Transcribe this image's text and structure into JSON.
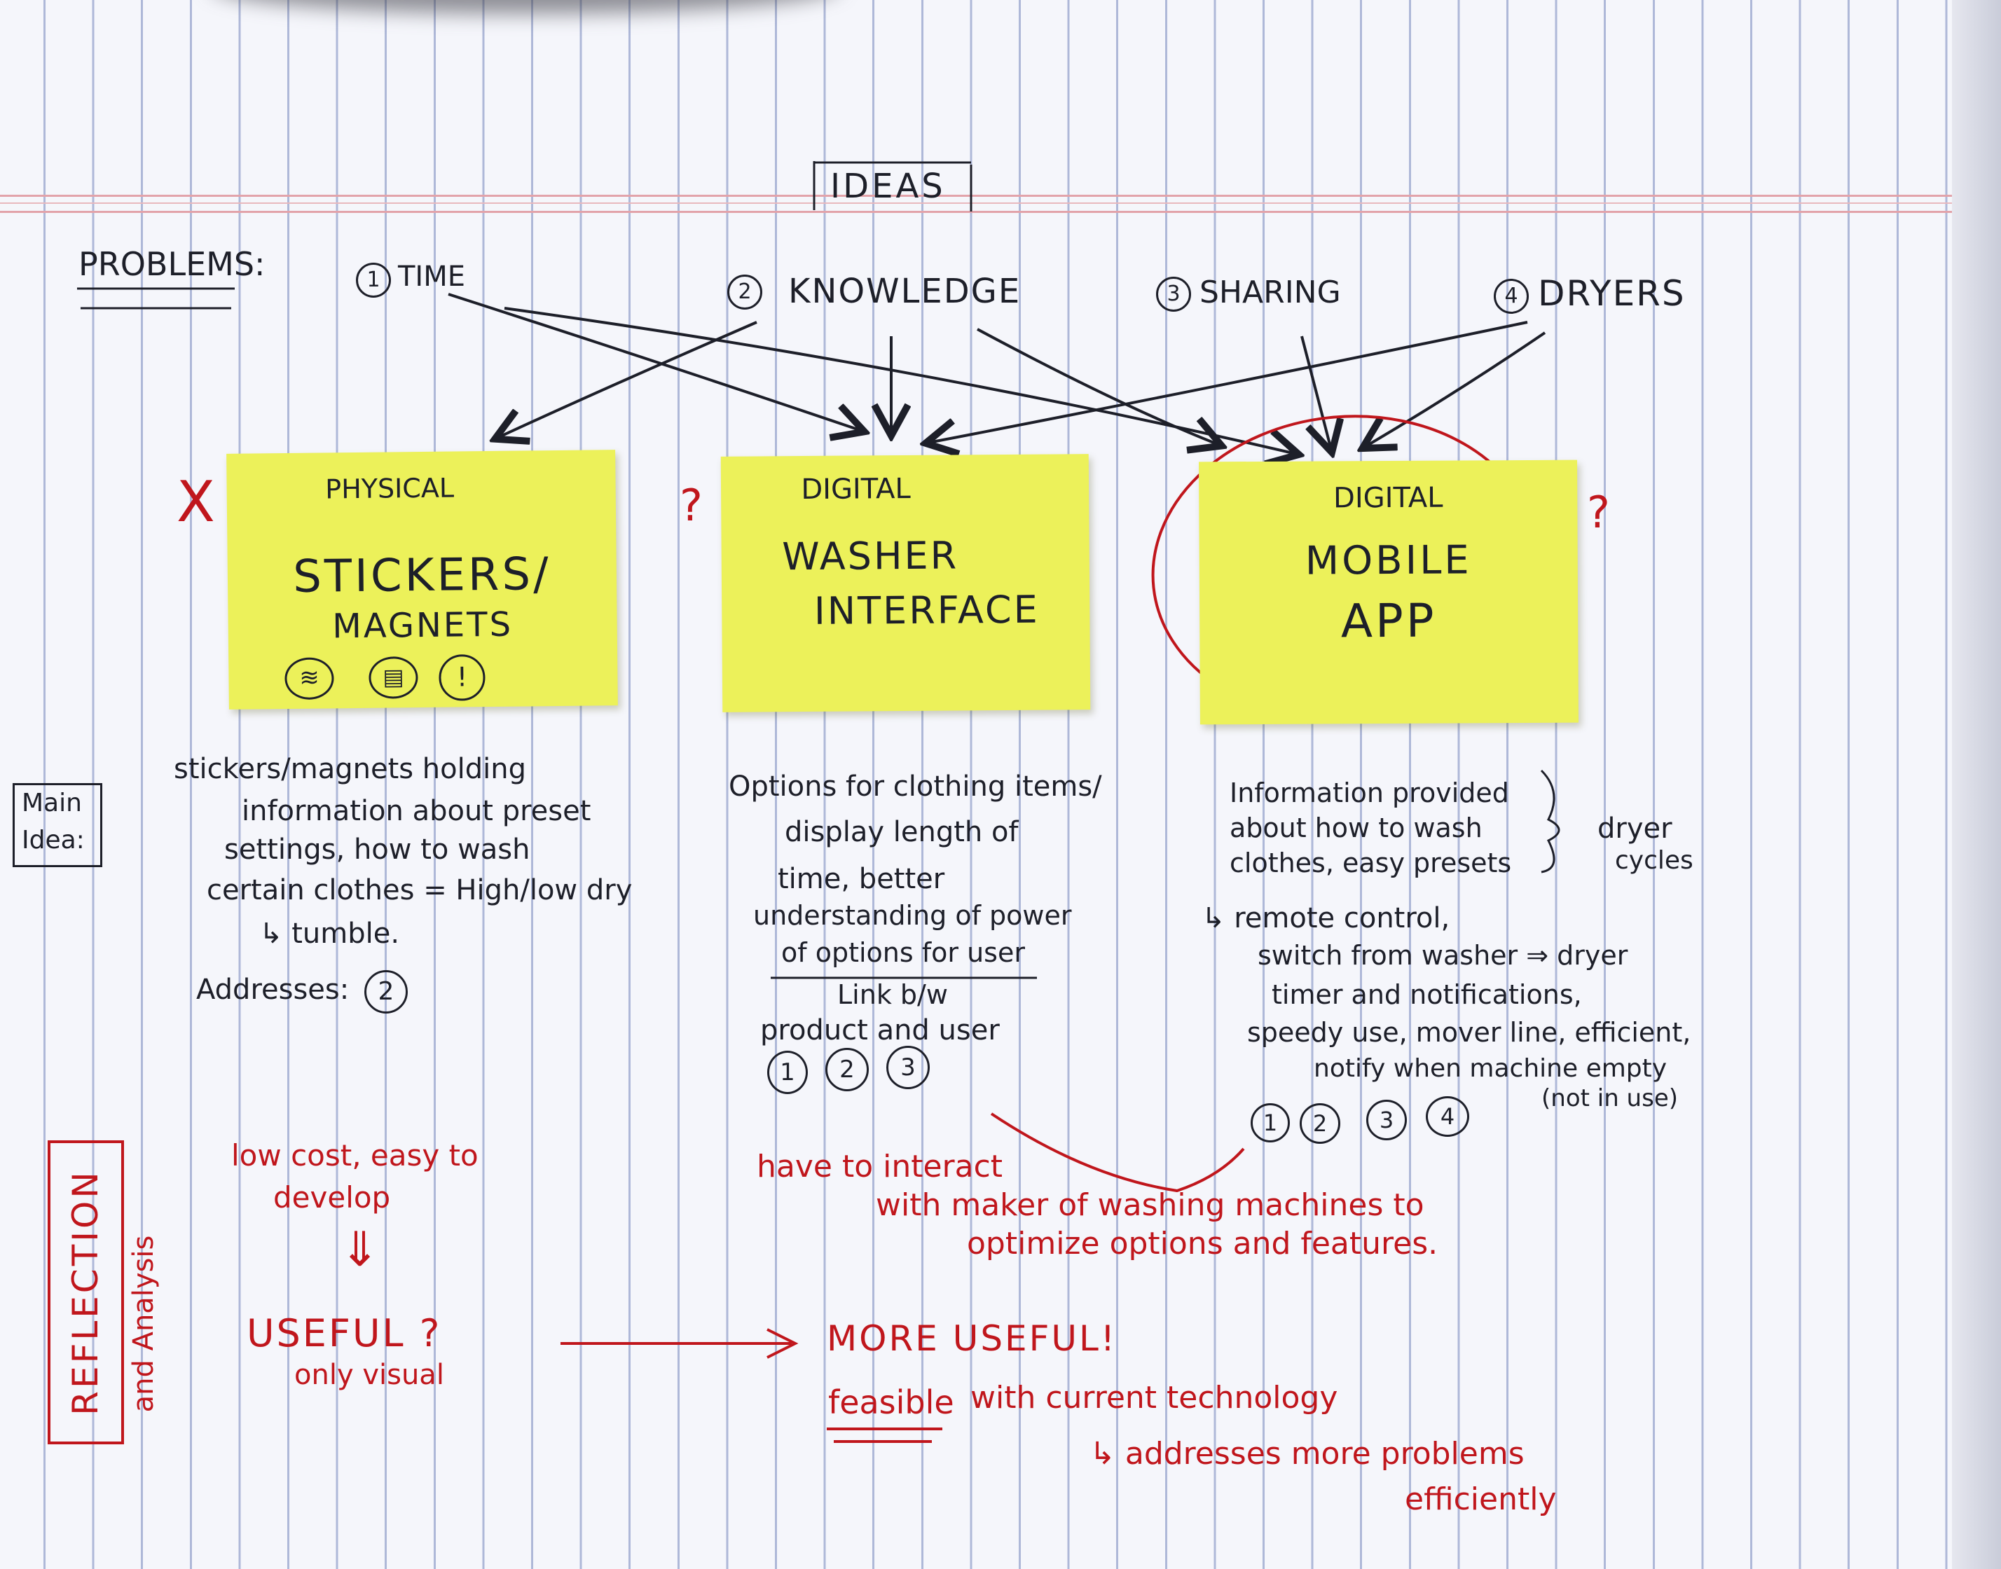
{
  "title": "IDEAS",
  "problems": {
    "label": "PROBLEMS:",
    "items": [
      {
        "num": "1",
        "label": "TIME"
      },
      {
        "num": "2",
        "label": "KNOWLEDGE"
      },
      {
        "num": "3",
        "label": "SHARING"
      },
      {
        "num": "4",
        "label": "DRYERS"
      }
    ]
  },
  "notes": [
    {
      "category": "PHYSICAL",
      "line1": "STICKERS/",
      "line2": "MAGNETS",
      "mark": "X"
    },
    {
      "category": "DIGITAL",
      "line1": "WASHER",
      "line2": "INTERFACE",
      "mark": "?"
    },
    {
      "category": "DIGITAL",
      "line1": "MOBILE",
      "line2": "APP",
      "mark": "?"
    }
  ],
  "main_idea": {
    "label_line1": "Main",
    "label_line2": "Idea:",
    "stickers": {
      "lines": [
        "stickers/magnets holding",
        "information about preset",
        "settings, how to wash",
        "certain clothes = High/low dry",
        "↳ tumble."
      ],
      "addresses_label": "Addresses:",
      "addresses": [
        "2"
      ]
    },
    "washer": {
      "lines": [
        "Options for clothing items/",
        "display length of",
        "time, better",
        "understanding of power",
        "of options for user"
      ],
      "line_after": [
        "Link b/w",
        "product and user"
      ],
      "addresses": [
        "1",
        "2",
        "3"
      ]
    },
    "app": {
      "lines": [
        "Information provided",
        "about how to wash",
        "clothes, easy presets"
      ],
      "brace_note": [
        "dryer",
        "cycles"
      ],
      "more": [
        "↳ remote control,",
        "switch from washer ⇒ dryer",
        "timer and notifications,",
        "speedy use, mover line, efficient,",
        "notify when machine empty",
        "(not in use)"
      ],
      "addresses": [
        "1",
        "2",
        "3",
        "4"
      ]
    }
  },
  "reflection": {
    "label": "REFLECTION",
    "sublabel": "and Analysis",
    "left_text": [
      "low cost, easy to",
      "develop"
    ],
    "arrow_down": "⇓",
    "useful": "USEFUL ?",
    "only_visual": "only visual",
    "middle_text": [
      "have to interact",
      "with maker of washing machines to",
      "optimize options and features."
    ],
    "more_useful": "MORE USEFUL!",
    "feasible_word": "feasible",
    "feasible_rest": "with current technology",
    "addresses_more": "↳ addresses more problems",
    "efficiently": "efficiently"
  },
  "colors": {
    "ink": "#1d1f29",
    "red_ink": "#c0161c",
    "sticky": "#ecf15a",
    "paper": "#f5f6fb",
    "rule": "#aeb8d8",
    "margin_rule": "#e2a3aa"
  }
}
